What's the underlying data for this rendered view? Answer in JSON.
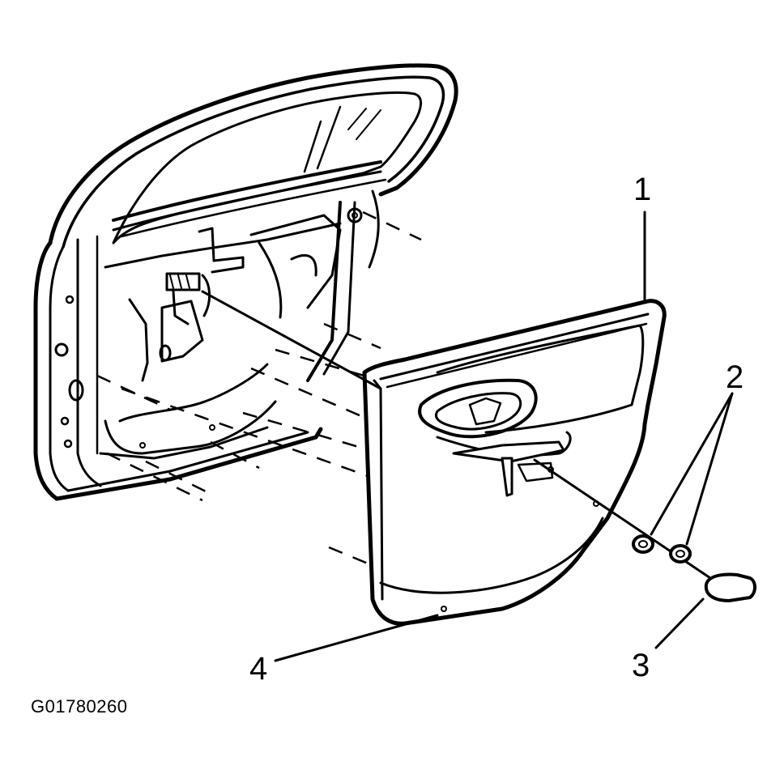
{
  "figure_id": "G01780260",
  "callouts": [
    {
      "label": "1",
      "part": "door-trim-panel"
    },
    {
      "label": "2",
      "part": "panel-fasteners"
    },
    {
      "label": "3",
      "part": "handle-bezel-cover"
    },
    {
      "label": "4",
      "part": "trim-panel-retainer-clip"
    }
  ],
  "colors": {
    "line": "#000000",
    "background": "#ffffff"
  }
}
